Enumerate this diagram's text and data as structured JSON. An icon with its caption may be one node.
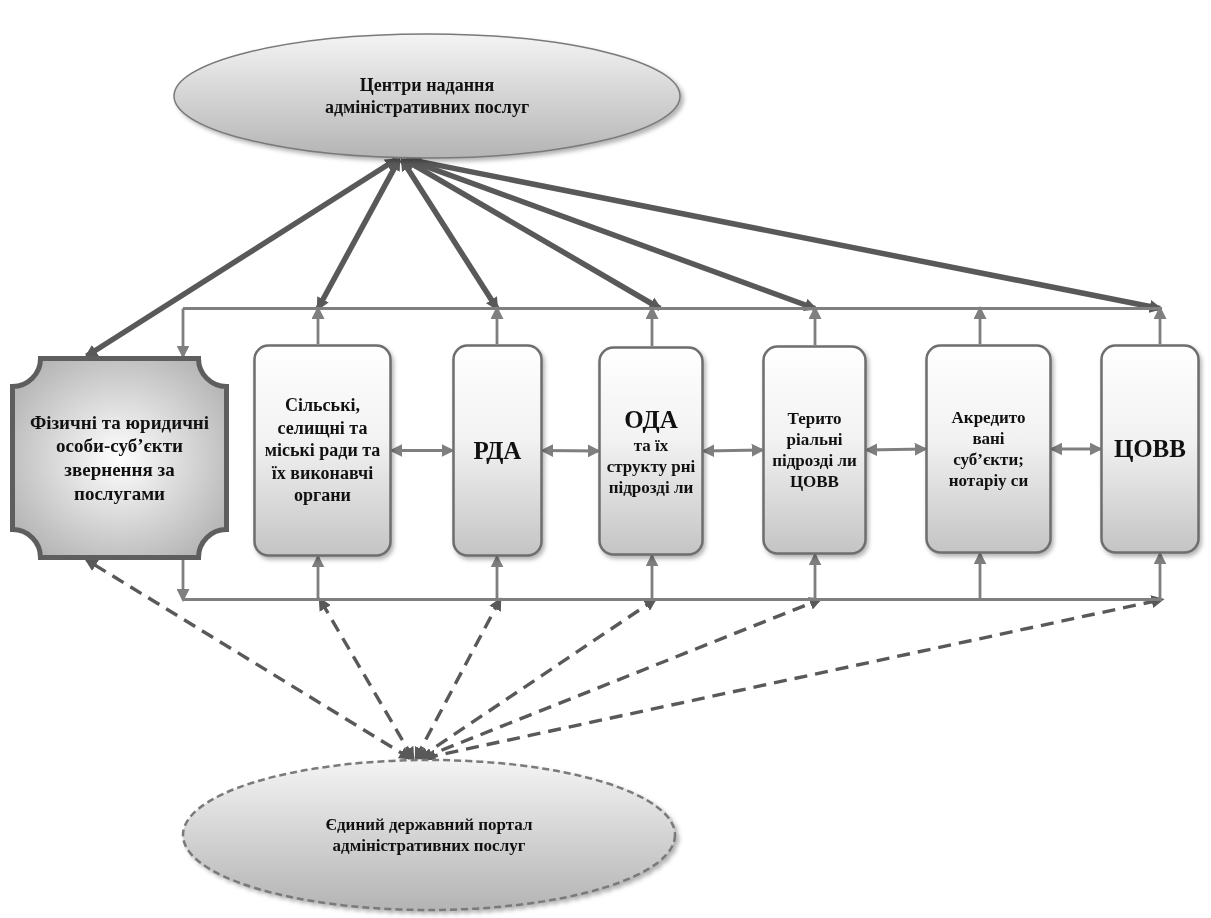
{
  "diagram": {
    "nodes": [
      {
        "text": [
          "Центри надання адміністративних послуг"
        ]
      },
      {
        "text": [],
        "shape": "bar"
      },
      {
        "text": [
          "Фізичні та юридичні особи-суб’єкти звернення за послугами"
        ]
      },
      {
        "text": [
          "Сільські, селищні та міські ради та їх виконавчі органи"
        ]
      },
      {
        "text": [
          "РДА"
        ]
      },
      {
        "text": [
          "ОДА",
          "та їх структу рні підрозді ли"
        ]
      },
      {
        "text": [
          "Терито ріальні підрозді ли ЦОВВ"
        ]
      },
      {
        "text": [
          "Акредито вані суб’єкти; нотаріу си"
        ]
      },
      {
        "text": [
          "ЦОВВ"
        ]
      },
      {
        "text": [],
        "shape": "bar"
      },
      {
        "text": [
          "Єдиний державний портал адміністративних послуг"
        ]
      }
    ],
    "edges": [
      {
        "from": 0,
        "to": 2,
        "arrow": "both",
        "style": "thick",
        "color": "#595959"
      },
      {
        "from": 0,
        "to": 1,
        "arrow": "both",
        "style": "thick",
        "color": "#595959"
      },
      {
        "from": 0,
        "to": 1,
        "arrow": "both",
        "style": "thick",
        "color": "#595959"
      },
      {
        "from": 0,
        "to": 1,
        "arrow": "both",
        "style": "thick",
        "color": "#595959"
      },
      {
        "from": 0,
        "to": 1,
        "arrow": "both",
        "style": "thick",
        "color": "#595959"
      },
      {
        "from": 0,
        "to": 1,
        "arrow": "both",
        "style": "thick",
        "color": "#595959"
      },
      {
        "from": 3,
        "to": 1,
        "arrow": "to"
      },
      {
        "from": 4,
        "to": 1,
        "arrow": "to"
      },
      {
        "from": 5,
        "to": 1,
        "arrow": "to"
      },
      {
        "from": 6,
        "to": 1,
        "arrow": "to"
      },
      {
        "from": 7,
        "to": 1,
        "arrow": "to"
      },
      {
        "from": 8,
        "to": 1,
        "arrow": "to"
      },
      {
        "from": 1,
        "to": 2,
        "arrow": "to"
      },
      {
        "from": 3,
        "to": 4,
        "arrow": "both"
      },
      {
        "from": 4,
        "to": 5,
        "arrow": "both"
      },
      {
        "from": 5,
        "to": 6,
        "arrow": "both"
      },
      {
        "from": 6,
        "to": 7,
        "arrow": "both"
      },
      {
        "from": 7,
        "to": 8,
        "arrow": "both"
      },
      {
        "from": 2,
        "to": 9,
        "arrow": "to"
      },
      {
        "from": 9,
        "to": 3,
        "arrow": "to"
      },
      {
        "from": 9,
        "to": 4,
        "arrow": "to"
      },
      {
        "from": 9,
        "to": 5,
        "arrow": "to"
      },
      {
        "from": 9,
        "to": 6,
        "arrow": "to"
      },
      {
        "from": 9,
        "to": 7,
        "arrow": "to"
      },
      {
        "from": 9,
        "to": 8,
        "arrow": "to"
      },
      {
        "from": 10,
        "to": 2,
        "arrow": "both",
        "style": "dashed",
        "color": "#595959"
      },
      {
        "from": 10,
        "to": 9,
        "arrow": "both",
        "style": "dashed",
        "color": "#595959"
      },
      {
        "from": 10,
        "to": 9,
        "arrow": "both",
        "style": "dashed",
        "color": "#595959"
      },
      {
        "from": 10,
        "to": 9,
        "arrow": "both",
        "style": "dashed",
        "color": "#595959"
      },
      {
        "from": 10,
        "to": 9,
        "arrow": "both",
        "style": "dashed",
        "color": "#595959"
      },
      {
        "from": 10,
        "to": 9,
        "arrow": "both",
        "style": "dashed",
        "color": "#595959"
      }
    ]
  }
}
